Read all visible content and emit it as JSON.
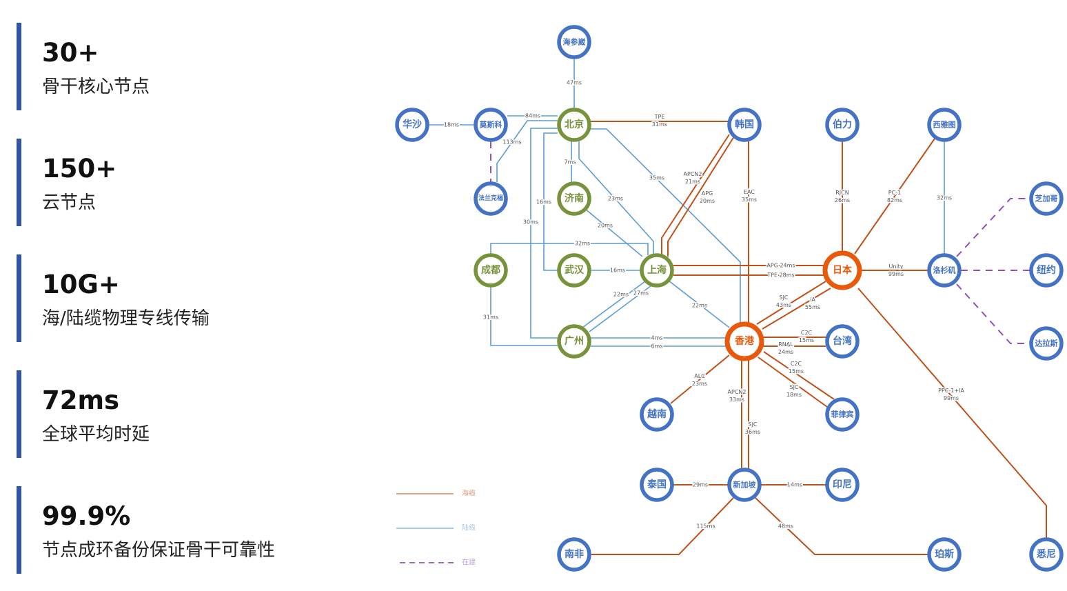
{
  "stats": [
    {
      "value": "30+",
      "label": "骨干核心节点"
    },
    {
      "value": "150+",
      "label": "云节点"
    },
    {
      "value": "10G+",
      "label": "海/陆缆物理专线传输"
    },
    {
      "value": "72ms",
      "label": "全球平均时延"
    },
    {
      "value": "99.9%",
      "label": "节点成环备份保证骨干可靠性"
    }
  ],
  "colors": {
    "sea": "#c0501a",
    "land": "#5b9bd5",
    "building": "#8e4fc0",
    "node_blue": "#4472c4",
    "node_green": "#77933c",
    "node_orange": "#e8590c",
    "stat_bar": "#2f55a4"
  },
  "legend": [
    {
      "type": "sea",
      "label": "海缆"
    },
    {
      "type": "land",
      "label": "陆缆"
    },
    {
      "type": "building",
      "label": "在建"
    }
  ],
  "nodes": [
    {
      "id": "海参崴",
      "style": "blue"
    },
    {
      "id": "华沙",
      "style": "blue"
    },
    {
      "id": "莫斯科",
      "style": "blue"
    },
    {
      "id": "北京",
      "style": "green"
    },
    {
      "id": "韩国",
      "style": "blue"
    },
    {
      "id": "伯力",
      "style": "blue"
    },
    {
      "id": "西雅图",
      "style": "blue"
    },
    {
      "id": "法兰克福",
      "style": "blue"
    },
    {
      "id": "济南",
      "style": "green"
    },
    {
      "id": "芝加哥",
      "style": "blue"
    },
    {
      "id": "成都",
      "style": "green"
    },
    {
      "id": "武汉",
      "style": "green"
    },
    {
      "id": "上海",
      "style": "green"
    },
    {
      "id": "日本",
      "style": "orange"
    },
    {
      "id": "洛杉矶",
      "style": "blue"
    },
    {
      "id": "纽约",
      "style": "blue"
    },
    {
      "id": "广州",
      "style": "green"
    },
    {
      "id": "香港",
      "style": "orange"
    },
    {
      "id": "台湾",
      "style": "blue"
    },
    {
      "id": "达拉斯",
      "style": "blue"
    },
    {
      "id": "越南",
      "style": "blue"
    },
    {
      "id": "菲律宾",
      "style": "blue"
    },
    {
      "id": "泰国",
      "style": "blue"
    },
    {
      "id": "新加坡",
      "style": "blue"
    },
    {
      "id": "印尼",
      "style": "blue"
    },
    {
      "id": "南非",
      "style": "blue"
    },
    {
      "id": "珀斯",
      "style": "blue"
    },
    {
      "id": "悉尼",
      "style": "blue"
    }
  ],
  "links": [
    {
      "from": "海参崴",
      "to": "北京",
      "type": "land",
      "label": [
        "47ms"
      ]
    },
    {
      "from": "华沙",
      "to": "莫斯科",
      "type": "land",
      "label": [
        "18ms"
      ]
    },
    {
      "from": "莫斯科",
      "to": "北京",
      "type": "land",
      "label": [
        "84ms"
      ]
    },
    {
      "from": "北京",
      "to": "法兰克福",
      "type": "land",
      "label": [
        "113ms"
      ]
    },
    {
      "from": "莫斯科",
      "to": "法兰克福",
      "type": "building",
      "label": []
    },
    {
      "from": "北京",
      "to": "济南",
      "type": "land",
      "label": [
        "7ms"
      ]
    },
    {
      "from": "北京",
      "to": "广州",
      "type": "land",
      "label": [
        "30ms"
      ]
    },
    {
      "from": "北京",
      "to": "武汉",
      "type": "land",
      "label": [
        "16ms"
      ]
    },
    {
      "from": "北京",
      "to": "上海",
      "type": "land",
      "label": [
        "23ms"
      ]
    },
    {
      "from": "北京",
      "to": "香港",
      "type": "land",
      "label": [
        "35ms"
      ]
    },
    {
      "from": "北京",
      "to": "韩国",
      "type": "sea",
      "label": [
        "TPE",
        "31ms"
      ]
    },
    {
      "from": "济南",
      "to": "上海",
      "type": "land",
      "label": [
        "20ms"
      ]
    },
    {
      "from": "成都",
      "to": "上海",
      "type": "land",
      "label": [
        "32ms"
      ]
    },
    {
      "from": "成都",
      "to": "广州",
      "type": "land",
      "label": [
        "31ms"
      ]
    },
    {
      "from": "武汉",
      "to": "上海",
      "type": "land",
      "label": [
        "16ms"
      ]
    },
    {
      "from": "上海",
      "to": "广州",
      "type": "land",
      "label": [
        "22ms"
      ]
    },
    {
      "from": "上海",
      "to": "广州",
      "type": "land",
      "label": [
        "27ms"
      ]
    },
    {
      "from": "上海",
      "to": "香港",
      "type": "land",
      "label": [
        "22ms"
      ]
    },
    {
      "from": "上海",
      "to": "韩国",
      "type": "sea",
      "label": [
        "APCN2",
        "21ms"
      ]
    },
    {
      "from": "上海",
      "to": "韩国",
      "type": "sea",
      "label": [
        "APG",
        "20ms"
      ]
    },
    {
      "from": "上海",
      "to": "日本",
      "type": "sea",
      "label": [
        "APG 24ms"
      ]
    },
    {
      "from": "上海",
      "to": "日本",
      "type": "sea",
      "label": [
        "TPE 28ms"
      ]
    },
    {
      "from": "韩国",
      "to": "香港",
      "type": "sea",
      "label": [
        "EAC",
        "35ms"
      ]
    },
    {
      "from": "伯力",
      "to": "日本",
      "type": "sea",
      "label": [
        "RJCN",
        "26ms"
      ]
    },
    {
      "from": "西雅图",
      "to": "日本",
      "type": "sea",
      "label": [
        "PC-1",
        "82ms"
      ]
    },
    {
      "from": "西雅图",
      "to": "洛杉矶",
      "type": "land",
      "label": [
        "32ms"
      ]
    },
    {
      "from": "洛杉矶",
      "to": "芝加哥",
      "type": "building",
      "label": []
    },
    {
      "from": "洛杉矶",
      "to": "纽约",
      "type": "building",
      "label": []
    },
    {
      "from": "洛杉矶",
      "to": "达拉斯",
      "type": "building",
      "label": []
    },
    {
      "from": "日本",
      "to": "洛杉矶",
      "type": "sea",
      "label": [
        "Unity",
        "99ms"
      ]
    },
    {
      "from": "日本",
      "to": "悉尼",
      "type": "sea",
      "label": [
        "PPC-1+IA",
        "99ms"
      ]
    },
    {
      "from": "日本",
      "to": "香港",
      "type": "sea",
      "label": [
        "SJC",
        "43ms"
      ]
    },
    {
      "from": "日本",
      "to": "香港",
      "type": "sea",
      "label": [
        "iA",
        "55ms"
      ]
    },
    {
      "from": "香港",
      "to": "台湾",
      "type": "sea",
      "label": [
        "C2C",
        "15ms"
      ]
    },
    {
      "from": "香港",
      "to": "台湾",
      "type": "sea",
      "label": [
        "RNAL",
        "24ms"
      ]
    },
    {
      "from": "香港",
      "to": "菲律宾",
      "type": "sea",
      "label": [
        "C2C",
        "15ms"
      ]
    },
    {
      "from": "香港",
      "to": "菲律宾",
      "type": "sea",
      "label": [
        "SJC",
        "18ms"
      ]
    },
    {
      "from": "广州",
      "to": "香港",
      "type": "land",
      "label": [
        "4ms"
      ]
    },
    {
      "from": "广州",
      "to": "香港",
      "type": "land",
      "label": [
        "6ms"
      ]
    },
    {
      "from": "香港",
      "to": "越南",
      "type": "sea",
      "label": [
        "ALC",
        "23ms"
      ]
    },
    {
      "from": "香港",
      "to": "新加坡",
      "type": "sea",
      "label": [
        "APCN2",
        "33ms"
      ]
    },
    {
      "from": "香港",
      "to": "新加坡",
      "type": "sea",
      "label": [
        "SJC",
        "36ms"
      ]
    },
    {
      "from": "泰国",
      "to": "新加坡",
      "type": "sea",
      "label": [
        "29ms"
      ]
    },
    {
      "from": "新加坡",
      "to": "印尼",
      "type": "sea",
      "label": [
        "14ms"
      ]
    },
    {
      "from": "新加坡",
      "to": "南非",
      "type": "sea",
      "label": [
        "115ms"
      ]
    },
    {
      "from": "新加坡",
      "to": "珀斯",
      "type": "sea",
      "label": [
        "48ms"
      ]
    }
  ]
}
